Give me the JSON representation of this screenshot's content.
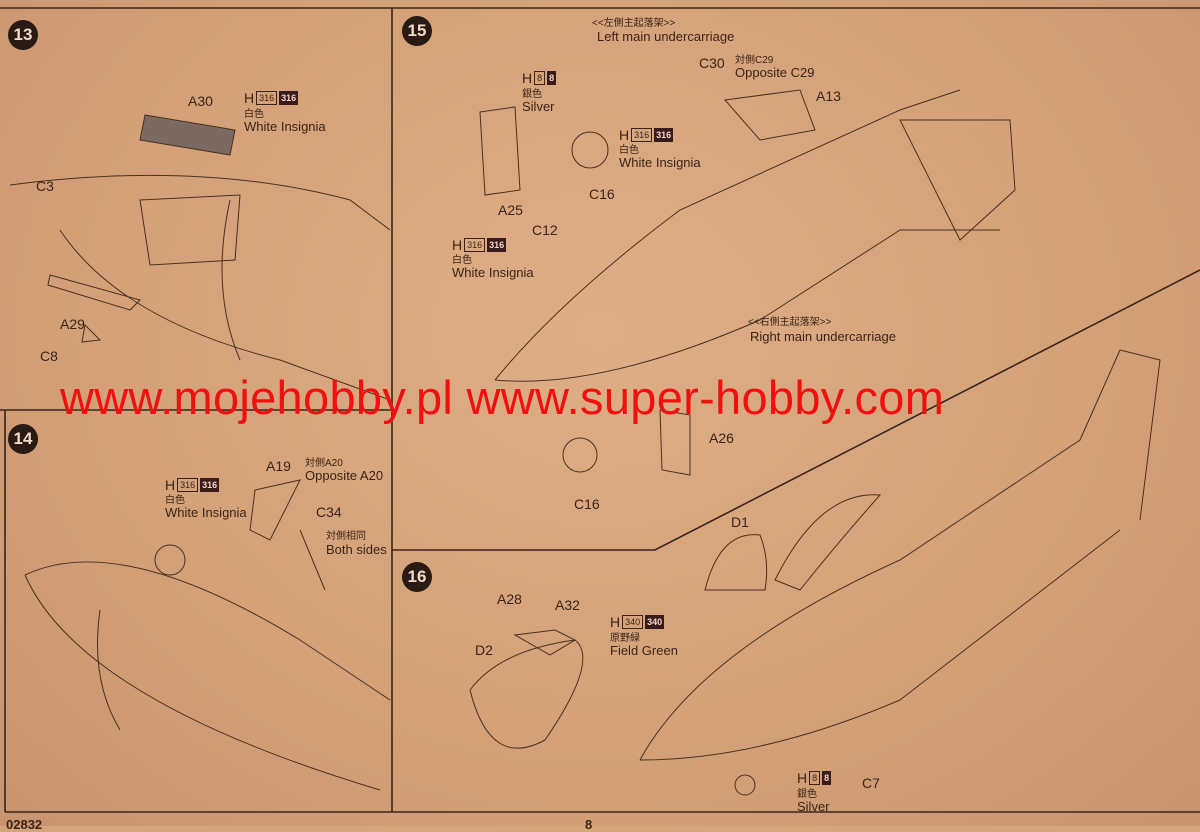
{
  "steps": [
    {
      "number": "13",
      "parts": [
        "A30",
        "C3",
        "A29",
        "C8"
      ],
      "paint": {
        "prefix": "H",
        "code_outline": "316",
        "code_filled": "316",
        "cn": "白色",
        "en": "White Insignia"
      }
    },
    {
      "number": "14",
      "parts": [
        "A19",
        "C34"
      ],
      "paint": {
        "prefix": "H",
        "code_outline": "316",
        "code_filled": "316",
        "cn": "白色",
        "en": "White Insignia"
      },
      "notes": [
        {
          "cn": "対側A20",
          "en": "Opposite A20"
        },
        {
          "cn": "対側相同",
          "en": "Both sides"
        }
      ]
    },
    {
      "number": "15",
      "parts": [
        "C30",
        "A13",
        "A25",
        "C12",
        "C16",
        "A26",
        "C16"
      ],
      "left_gear": {
        "cn": "<<左側主起落架>>",
        "en": "Left main undercarriage"
      },
      "right_gear": {
        "cn": "<<右側主起落架>>",
        "en": "Right main undercarriage"
      },
      "opposite": {
        "cn": "対側C29",
        "en": "Opposite C29"
      },
      "paint_silver": {
        "prefix": "H",
        "code_outline": "8",
        "code_filled": "8",
        "cn": "銀色",
        "en": "Silver"
      },
      "paint_white1": {
        "prefix": "H",
        "code_outline": "316",
        "code_filled": "316",
        "cn": "白色",
        "en": "White Insignia"
      },
      "paint_white2": {
        "prefix": "H",
        "code_outline": "316",
        "code_filled": "316",
        "cn": "白色",
        "en": "White Insignia"
      }
    },
    {
      "number": "16",
      "parts": [
        "D1",
        "A28",
        "A32",
        "D2",
        "C7"
      ],
      "paint_green": {
        "prefix": "H",
        "code_outline": "340",
        "code_filled": "340",
        "cn": "原野緑",
        "en": "Field Green"
      },
      "paint_silver": {
        "prefix": "H",
        "code_outline": "8",
        "code_filled": "8",
        "cn": "銀色",
        "en": "Silver"
      }
    }
  ],
  "watermark": "www.mojehobby.pl www.super-hobby.com",
  "footer": {
    "code": "02832",
    "page": "8"
  }
}
